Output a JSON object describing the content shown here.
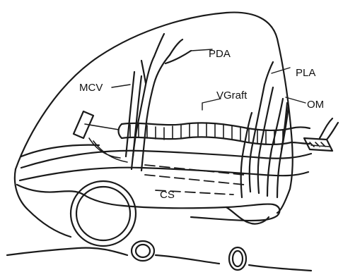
{
  "labels": {
    "pda": "PDA",
    "mcv": "MCV",
    "pla": "PLA",
    "vgraft": "VGraft",
    "om": "OM",
    "cs": "CS"
  }
}
